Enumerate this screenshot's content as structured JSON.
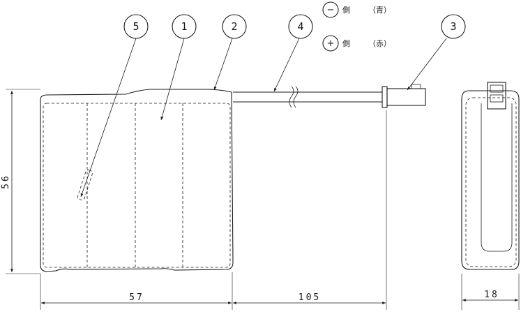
{
  "balloons": {
    "b5": "5",
    "b1": "1",
    "b2": "2",
    "b4": "4",
    "b3": "3"
  },
  "legend": {
    "negative_symbol": "−",
    "negative_side": "側",
    "negative_color": "（青）",
    "positive_symbol": "+",
    "positive_side": "側",
    "positive_color": "（赤）"
  },
  "dimensions": {
    "height": "56",
    "width": "57",
    "lead_length": "105",
    "depth": "18"
  }
}
